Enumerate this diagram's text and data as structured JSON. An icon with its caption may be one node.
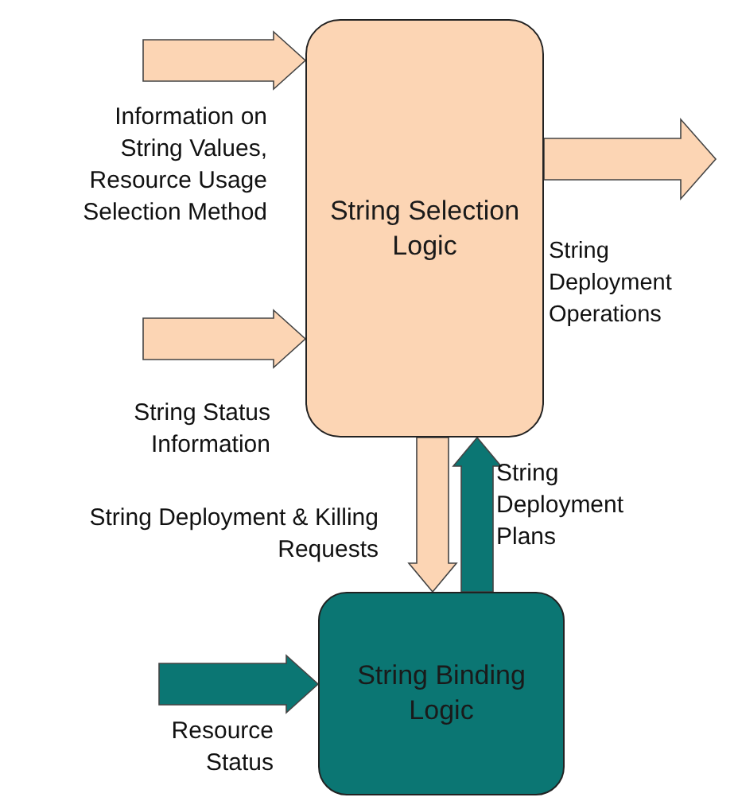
{
  "diagram": {
    "nodes": [
      {
        "text": [
          "String Selection Logic"
        ]
      },
      {
        "text": [
          "String Binding Logic"
        ]
      }
    ],
    "edges": [
      {
        "from": null,
        "to": 0,
        "arrow": "to",
        "label": "Information on String Values, Resource Usage Selection Method"
      },
      {
        "from": null,
        "to": 0,
        "arrow": "to",
        "label": "String Status Information"
      },
      {
        "from": 0,
        "to": null,
        "arrow": "to",
        "label": "String Deployment Operations"
      },
      {
        "from": 0,
        "to": 1,
        "arrow": "to",
        "label": "String Deployment & Killing Requests"
      },
      {
        "from": 1,
        "to": 0,
        "arrow": "to",
        "label": "String Deployment Plans",
        "color": "#0b7673"
      },
      {
        "from": null,
        "to": 1,
        "arrow": "to",
        "label": "Resource Status",
        "color": "#0b7673"
      }
    ]
  }
}
